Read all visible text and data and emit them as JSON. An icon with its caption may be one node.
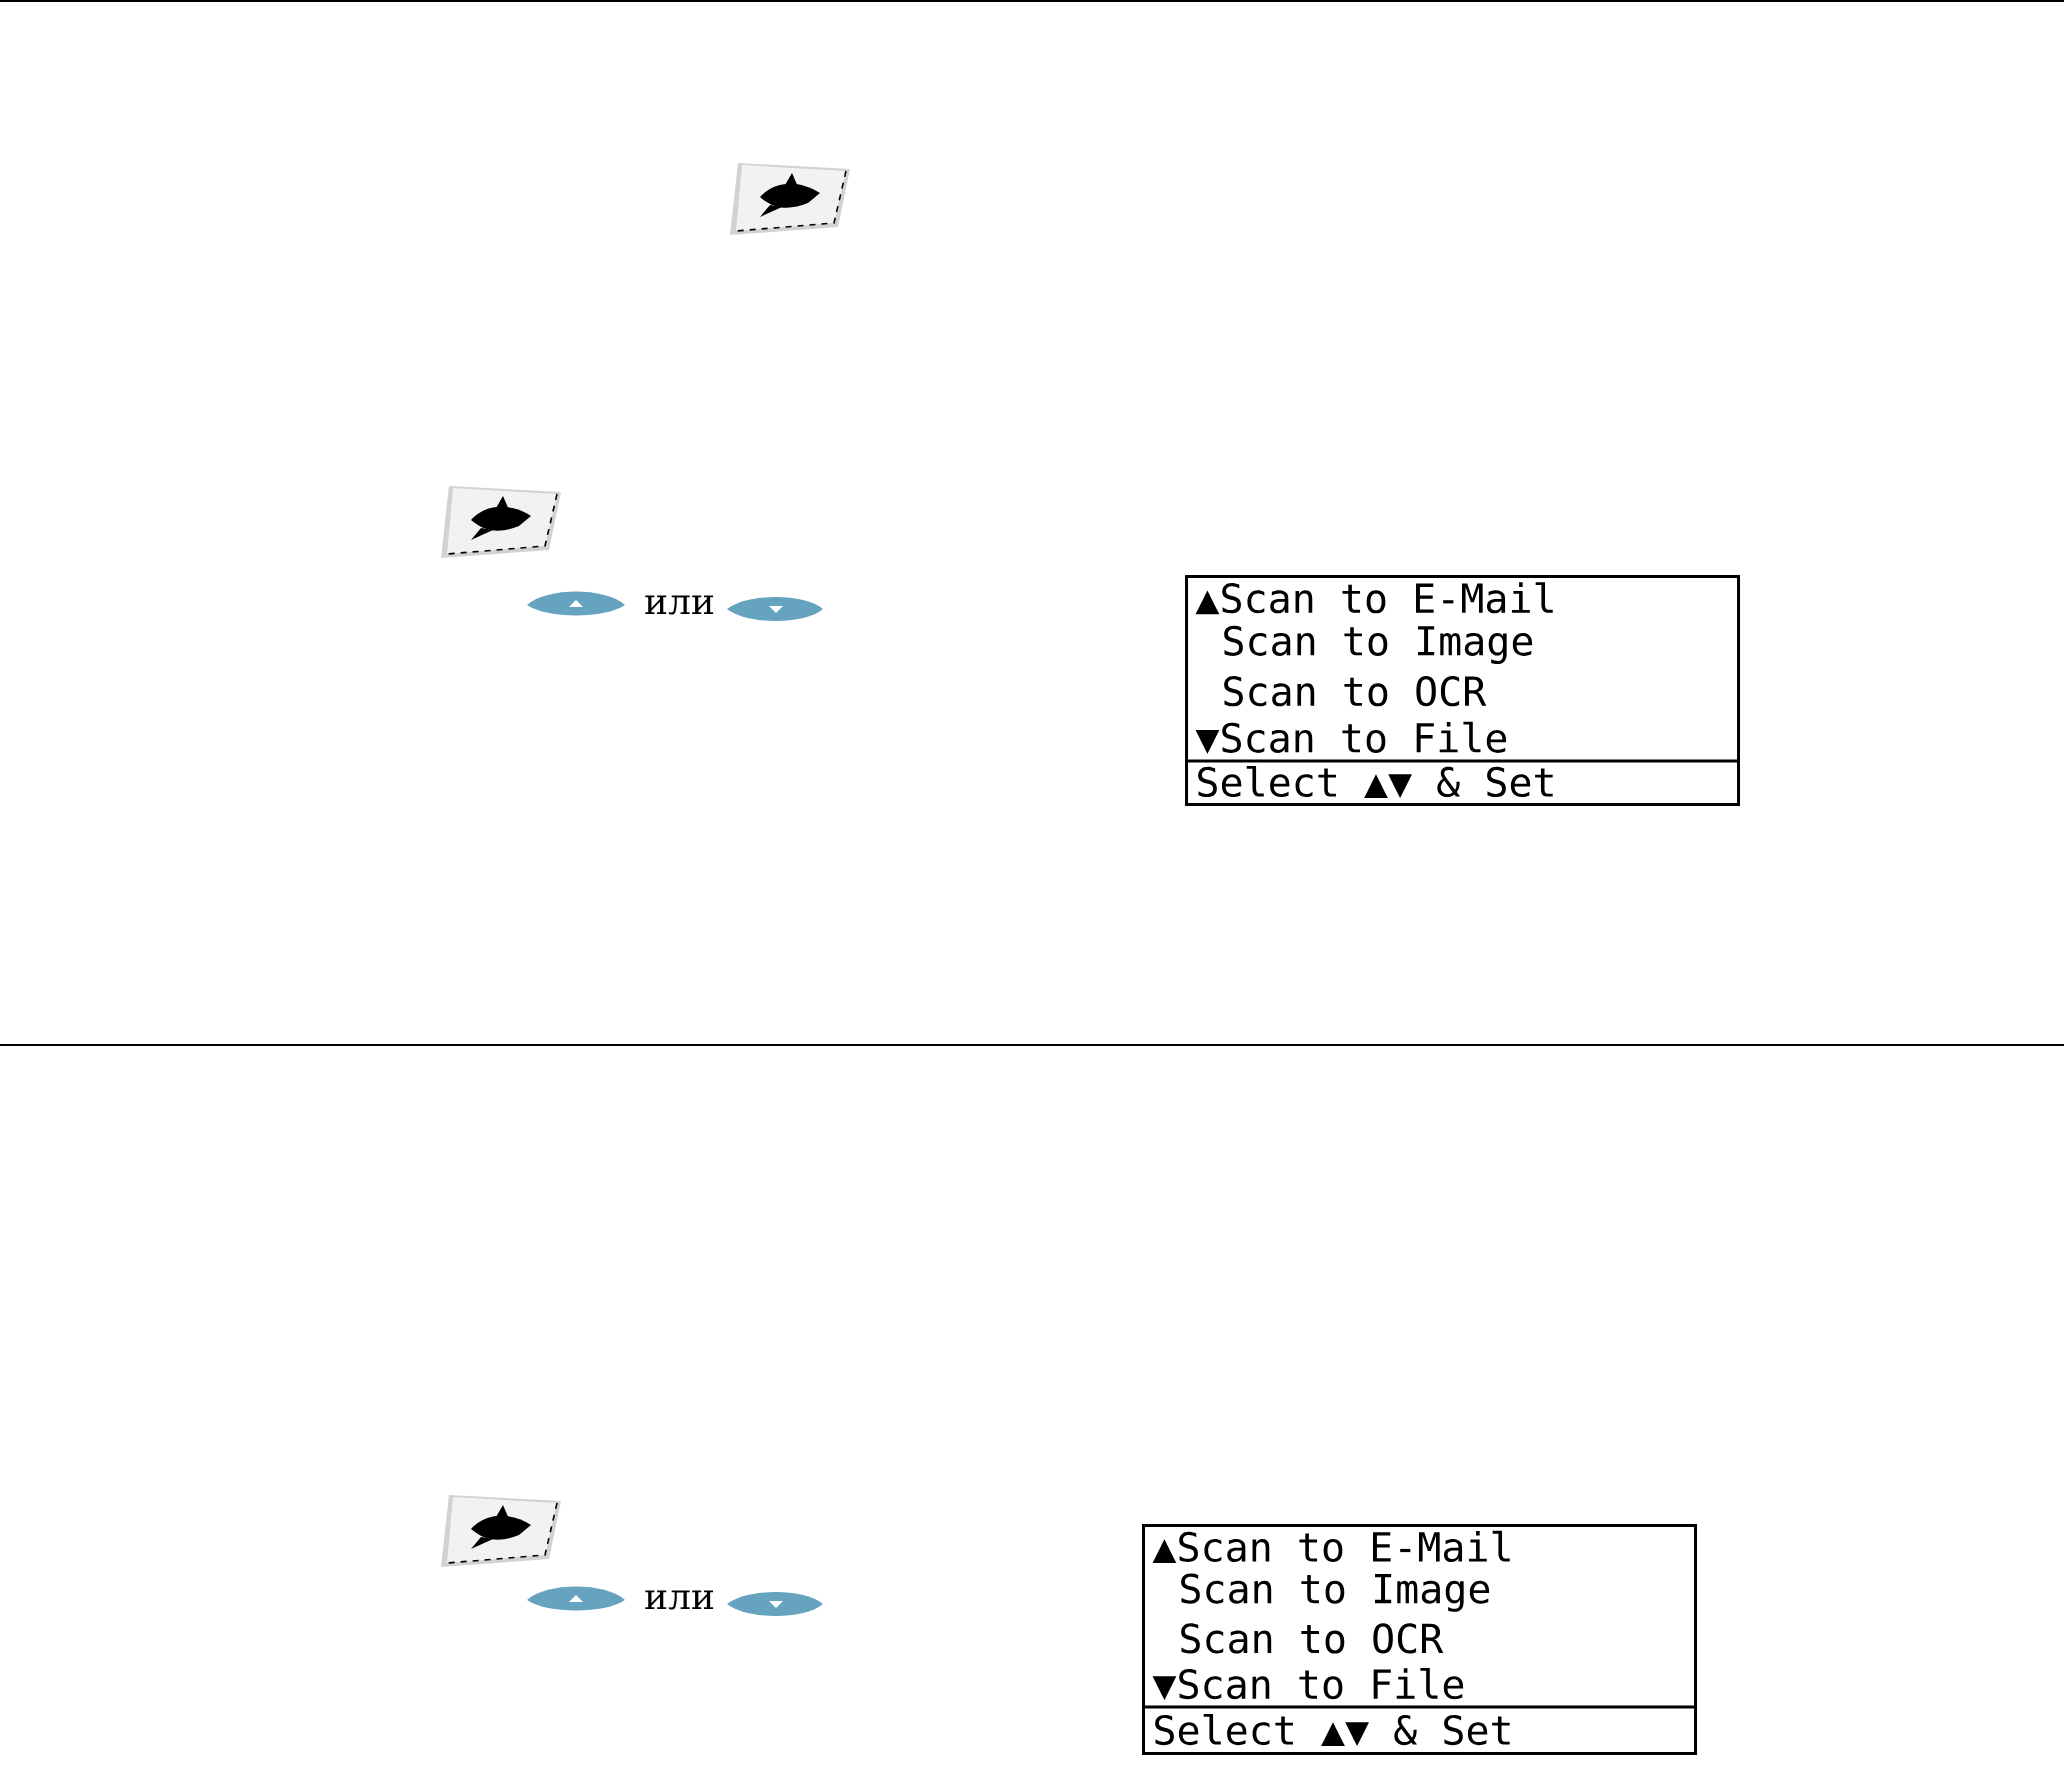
{
  "diagram": {
    "nodes": [
      {
        "text": [
          "▲Scan to E-Mail",
          "Scan to Image",
          "Scan to OCR",
          "▼Scan to File",
          "Select ▲▼ & Set"
        ]
      },
      {
        "text": [
          "▲Scan to E-Mail",
          "Scan to Image",
          "Scan to OCR",
          "▼Scan to File",
          "Select ▲▼ & Set"
        ]
      }
    ],
    "labels": [
      "или",
      "или"
    ]
  }
}
